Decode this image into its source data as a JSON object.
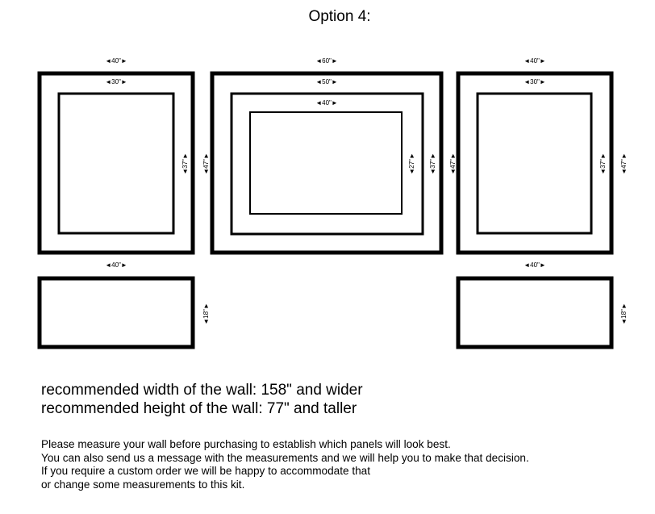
{
  "title": "Option 4:",
  "panels": {
    "left_large": {
      "width_label": "◄40\"►",
      "height_label": "◄47\"►",
      "inner_width_label": "◄30\"►",
      "inner_height_label": "◄37\"►"
    },
    "center": {
      "width_label": "◄60\"►",
      "height_label": "◄47\"►",
      "mid_width_label": "◄50\"►",
      "mid_height_label": "◄37\"►",
      "inner_width_label": "◄40\"►",
      "inner_height_label": "◄27\"►"
    },
    "right_large": {
      "width_label": "◄40\"►",
      "height_label": "◄47\"►",
      "inner_width_label": "◄30\"►",
      "inner_height_label": "◄37\"►"
    },
    "left_small": {
      "width_label": "◄40\"►",
      "height_label": "◄18\"►"
    },
    "right_small": {
      "width_label": "◄40\"►",
      "height_label": "◄18\"►"
    }
  },
  "recommendations": {
    "width": "recommended width of the wall: 158\" and wider",
    "height": "recommended height of the wall: 77\" and taller"
  },
  "notes": [
    "Please measure your wall before purchasing to establish which panels will look best.",
    "You can also send us a message with the measurements and we will help you to make that decision.",
    "If you require a custom order we will be happy to accommodate that",
    "or change some measurements to this kit."
  ]
}
